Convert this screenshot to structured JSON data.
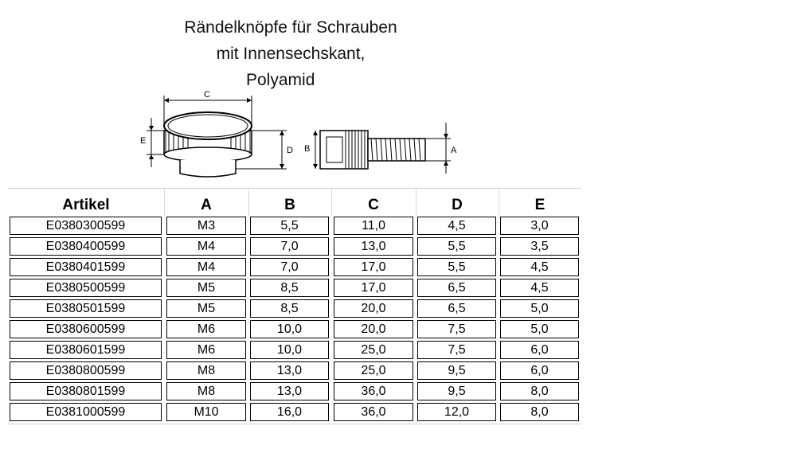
{
  "title": {
    "line1": "Rändelknöpfe für Schrauben",
    "line2": "mit Innensechskant,",
    "line3": "Polyamid"
  },
  "drawing": {
    "labels": {
      "c": "C",
      "e": "E",
      "d": "D",
      "b": "B",
      "a": "A"
    }
  },
  "table": {
    "headers": [
      "Artikel",
      "A",
      "B",
      "C",
      "D",
      "E"
    ],
    "rows": [
      [
        "E0380300599",
        "M3",
        "5,5",
        "11,0",
        "4,5",
        "3,0"
      ],
      [
        "E0380400599",
        "M4",
        "7,0",
        "13,0",
        "5,5",
        "3,5"
      ],
      [
        "E0380401599",
        "M4",
        "7,0",
        "17,0",
        "5,5",
        "4,5"
      ],
      [
        "E0380500599",
        "M5",
        "8,5",
        "17,0",
        "6,5",
        "4,5"
      ],
      [
        "E0380501599",
        "M5",
        "8,5",
        "20,0",
        "6,5",
        "5,0"
      ],
      [
        "E0380600599",
        "M6",
        "10,0",
        "20,0",
        "7,5",
        "5,0"
      ],
      [
        "E0380601599",
        "M6",
        "10,0",
        "25,0",
        "7,5",
        "6,0"
      ],
      [
        "E0380800599",
        "M8",
        "13,0",
        "25,0",
        "9,5",
        "6,0"
      ],
      [
        "E0380801599",
        "M8",
        "13,0",
        "36,0",
        "9,5",
        "8,0"
      ],
      [
        "E0381000599",
        "M10",
        "16,0",
        "36,0",
        "12,0",
        "8,0"
      ]
    ]
  }
}
